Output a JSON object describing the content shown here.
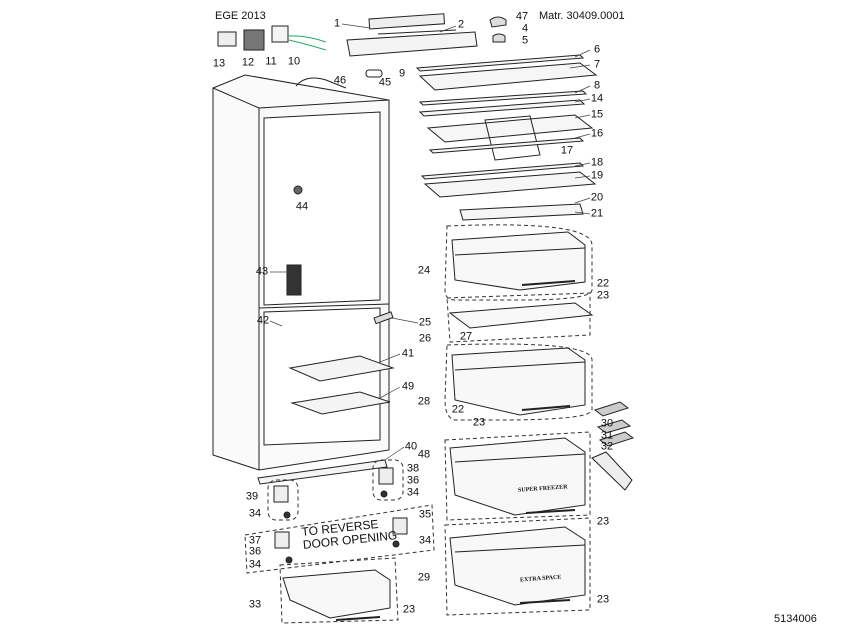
{
  "header": {
    "model": "EGE 2013",
    "matr": "Matr. 30409.0001",
    "drawing_number": "5134006"
  },
  "note": {
    "line1": "TO REVERSE",
    "line2": "DOOR OPENING"
  },
  "drawer_tags": {
    "super_freezer": "SUPER FREEZER",
    "extra_space": "EXTRA SPACE"
  },
  "callouts": [
    "1",
    "2",
    "47",
    "4",
    "5",
    "13",
    "12",
    "11",
    "10",
    "9",
    "45",
    "6",
    "7",
    "8",
    "14",
    "15",
    "16",
    "17",
    "18",
    "19",
    "20",
    "21",
    "46",
    "44",
    "43",
    "24",
    "22",
    "23",
    "25",
    "26",
    "27",
    "42",
    "41",
    "49",
    "28",
    "22",
    "23",
    "30",
    "31",
    "32",
    "40",
    "48",
    "38",
    "36",
    "34",
    "39",
    "34",
    "35",
    "34",
    "37",
    "36",
    "34",
    "23",
    "29",
    "33",
    "23",
    "23"
  ]
}
